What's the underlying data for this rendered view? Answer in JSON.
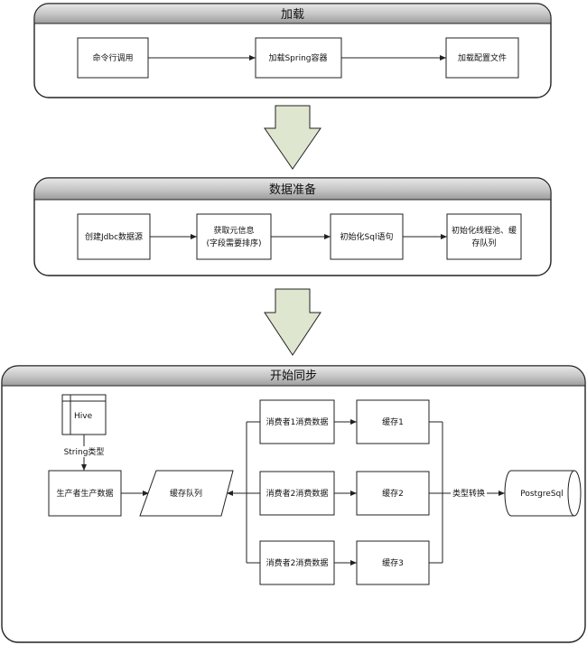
{
  "sections": {
    "load": {
      "title": "加载",
      "steps": [
        "命令行调用",
        "加载Spring容器",
        "加载配置文件"
      ]
    },
    "prepare": {
      "title": "数据准备",
      "steps": [
        "创建Jdbc数据源",
        "获取元信息",
        "(字段需要排序)",
        "初始化Sql语句",
        "初始化线程池、缓",
        "存队列"
      ]
    },
    "sync": {
      "title": "开始同步",
      "hive": "Hive",
      "string_type": "String类型",
      "producer": "生产者生产数据",
      "queue": "缓存队列",
      "consumers": [
        "消费者1消费数据",
        "消费者2消费数据",
        "消费者2消费数据"
      ],
      "caches": [
        "缓存1",
        "缓存2",
        "缓存3"
      ],
      "type_convert": "类型转换",
      "target": "PostgreSql"
    }
  },
  "colors": {
    "header_top": "#e6e6e6",
    "header_bottom": "#9a9a9a",
    "arrow_fill": "#dfe6cf",
    "stroke": "#222222"
  }
}
